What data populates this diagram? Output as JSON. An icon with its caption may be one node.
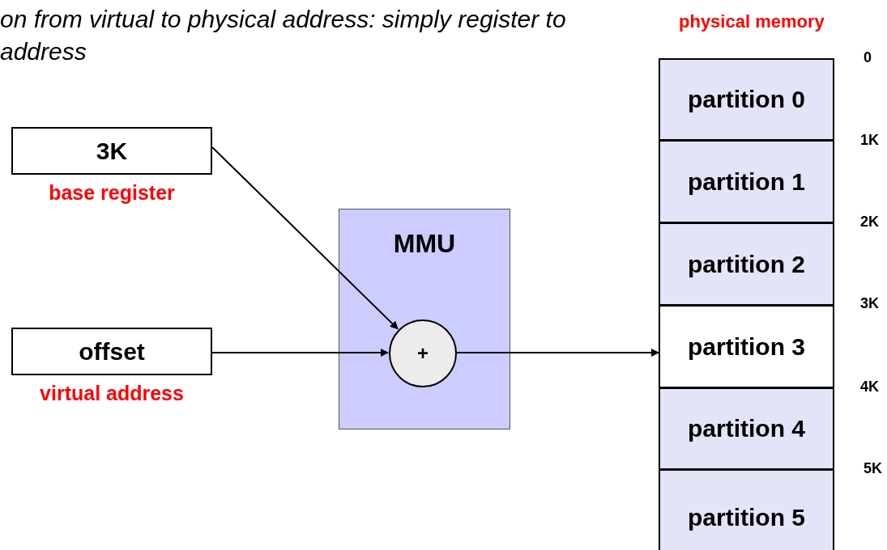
{
  "diagram": {
    "nodes": [
      {
        "text": [
          "3K"
        ],
        "beside": [
          "base register"
        ]
      },
      {
        "text": [
          "offset"
        ],
        "beside": [
          "virtual address"
        ]
      },
      {
        "text": [
          "MMU"
        ]
      },
      {
        "text": [
          "+"
        ],
        "in": 2
      },
      {
        "text": [
          "partition 0"
        ]
      },
      {
        "text": [
          "partition 1"
        ]
      },
      {
        "text": [
          "partition 2"
        ]
      },
      {
        "text": [
          "partition 3"
        ]
      },
      {
        "text": [
          "partition 4"
        ]
      },
      {
        "text": [
          "partition 5"
        ]
      }
    ],
    "edges": [
      {
        "from": 0,
        "to": 3,
        "arrow": "to"
      },
      {
        "from": 1,
        "to": 3,
        "arrow": "to"
      },
      {
        "from": 3,
        "to": 7,
        "arrow": "to"
      }
    ],
    "labels": [
      "on from virtual to physical address: simply register to address",
      "physical memory",
      "0",
      "1K",
      "2K",
      "3K",
      "4K",
      "5K"
    ]
  }
}
